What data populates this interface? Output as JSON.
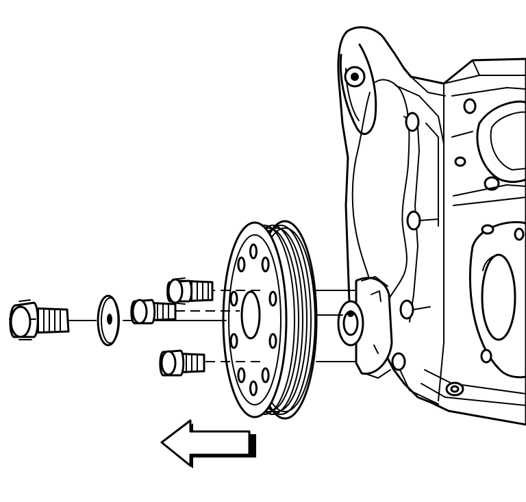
{
  "figure": {
    "kind": "exploded-view line drawing",
    "parts": [
      "engine-front-cover",
      "crankshaft-hub",
      "crankshaft-balancer-pulley",
      "balancer-bolt",
      "washer",
      "pulley-bolts"
    ],
    "direction_arrow": "left",
    "colors": {
      "line": "#000000",
      "background": "#ffffff"
    }
  }
}
